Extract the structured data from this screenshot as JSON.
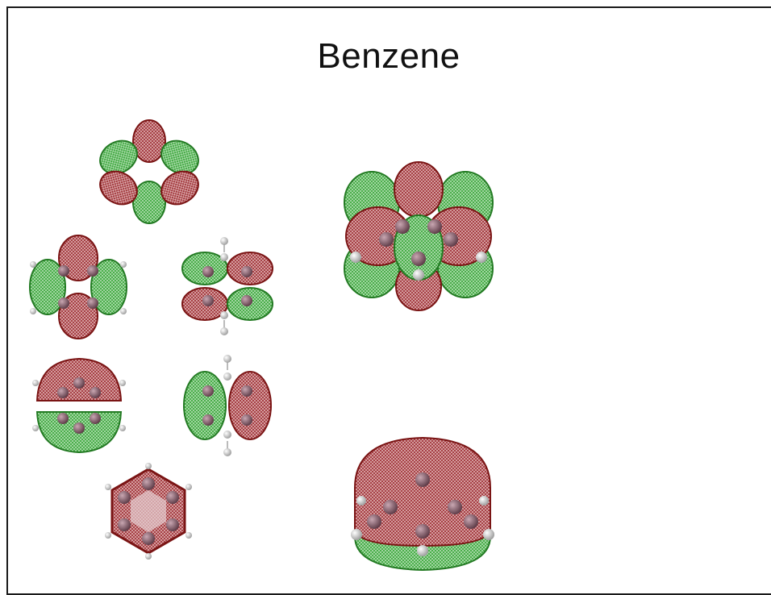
{
  "title": "Benzene",
  "colors": {
    "positive_lobe": "#8b1a1a",
    "negative_lobe": "#2e9a2e",
    "carbon_atom": "#6b4a55",
    "hydrogen_atom": "#e8e8e8"
  },
  "orbitals": [
    {
      "id": "orbital-top-left-six-lobe",
      "pattern": "six-lobe"
    },
    {
      "id": "orbital-mid-left-four-lobe",
      "pattern": "four-lobe-vertical"
    },
    {
      "id": "orbital-mid-center-four-lobe",
      "pattern": "four-lobe-horizontal"
    },
    {
      "id": "orbital-lower-left-two-lobe",
      "pattern": "two-lobe-horizontal"
    },
    {
      "id": "orbital-lower-center-two-lobe",
      "pattern": "two-lobe-vertical"
    },
    {
      "id": "orbital-bottom-left-ring",
      "pattern": "ring"
    },
    {
      "id": "orbital-right-top-side-view",
      "pattern": "side-view-six-lobe"
    },
    {
      "id": "orbital-right-bottom-side-view",
      "pattern": "side-view-ring"
    }
  ]
}
